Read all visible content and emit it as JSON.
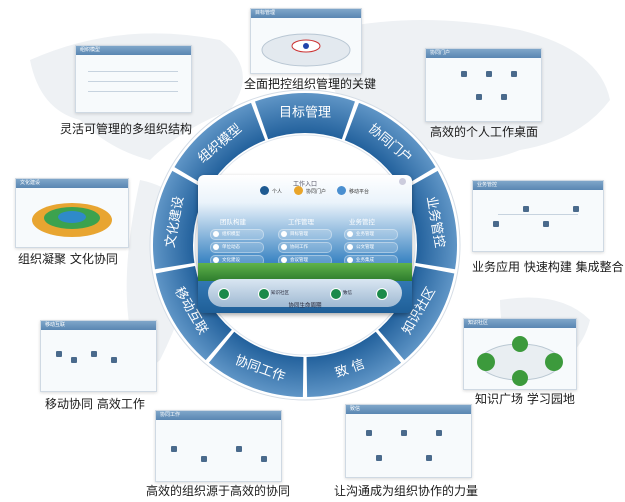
{
  "ring_labels": [
    "目标管理",
    "协同门户",
    "业务管控",
    "知识社区",
    "致 信",
    "协同工作",
    "移动互联",
    "文化建设",
    "组织模型"
  ],
  "captions": {
    "top": "全面把控组织管理的关键",
    "top_right": "高效的个人工作桌面",
    "right_upper": "业务应用 快速构建 集成整合",
    "right_lower": "知识广场 学习园地",
    "bottom_right": "让沟通成为组织协作的力量",
    "bottom": "高效的组织源于高效的协同",
    "left_lower": "移动协同 高效工作",
    "left_middle": "组织凝聚 文化协同",
    "left_upper": "灵活可管理的多组织结构"
  },
  "thumb_titles": {
    "top": "目标管理",
    "top_right": "协同门户",
    "right_upper": "业务管控",
    "right_lower": "知识社区",
    "bottom_right": "致信",
    "bottom": "协同工作",
    "left_lower": "移动互联",
    "left_middle": "文化建设",
    "left_upper": "组织模型"
  },
  "app": {
    "title": "工作入口",
    "top_items": [
      "个人",
      "协同门户",
      "移动平台"
    ],
    "columns": [
      {
        "title": "团队构建",
        "items": [
          "组织模型",
          "单位动态",
          "文化建设"
        ]
      },
      {
        "title": "工作管理",
        "items": [
          "目标管理",
          "协同工作",
          "会议管理"
        ]
      },
      {
        "title": "业务管控",
        "items": [
          "业务管理",
          "公文管理",
          "业务集成"
        ]
      }
    ],
    "bottom_items": [
      "知识社区",
      "致信",
      "移动办公"
    ],
    "bottom_title": "协同生命周期"
  },
  "colors": {
    "ring_dark": "#1f5e9a",
    "ring_light": "#5f95c6",
    "ring_text": "#ffffff"
  }
}
